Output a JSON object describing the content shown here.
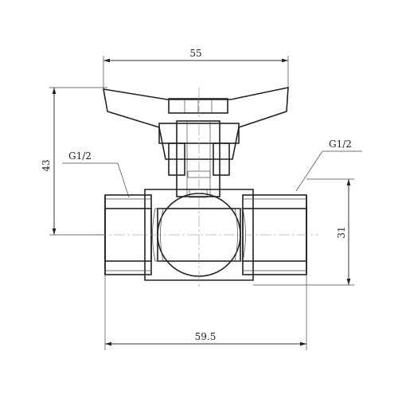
{
  "drawing": {
    "dimensions": {
      "top_width": "55",
      "bottom_width": "59.5",
      "left_height": "43",
      "right_height": "31"
    },
    "thread_labels": {
      "left": "G1/2",
      "right": "G1/2"
    }
  }
}
